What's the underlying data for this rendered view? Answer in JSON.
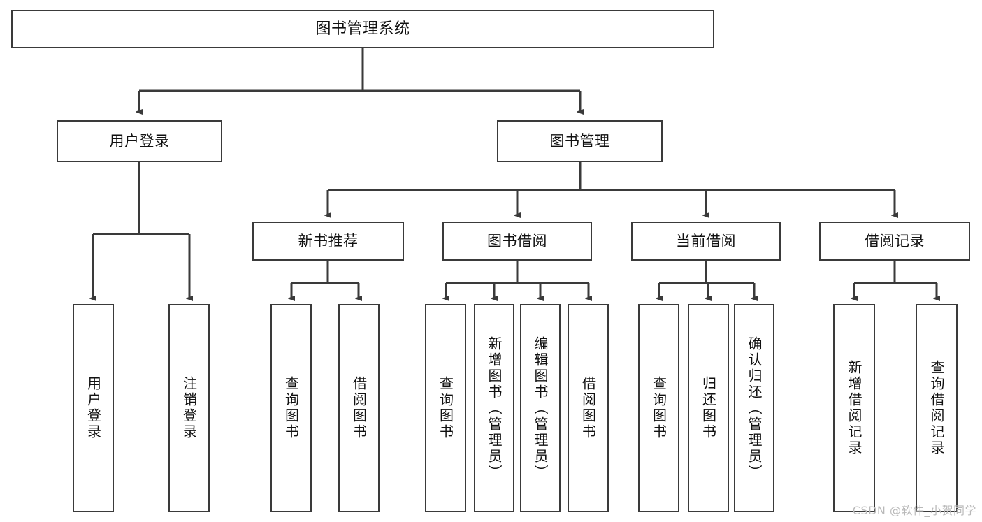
{
  "diagram": {
    "title": "图书管理系统",
    "type": "hierarchy-tree",
    "stroke_color": "#3a3a3a",
    "fill_color": "#ffffff",
    "text_color": "#111111"
  },
  "nodes": {
    "root": {
      "label": "图书管理系统"
    },
    "level2": [
      {
        "label": "用户登录"
      },
      {
        "label": "图书管理"
      }
    ],
    "level3": [
      {
        "label": "新书推荐"
      },
      {
        "label": "图书借阅"
      },
      {
        "label": "当前借阅"
      },
      {
        "label": "借阅记录"
      }
    ],
    "leaves": {
      "user_login": [
        {
          "label": "用户登录"
        },
        {
          "label": "注销登录"
        }
      ],
      "new_book_recommend": [
        {
          "label": "查询图书"
        },
        {
          "label": "借阅图书"
        }
      ],
      "book_borrow": [
        {
          "label": "查询图书"
        },
        {
          "label": "新增图书（管理员）"
        },
        {
          "label": "编辑图书（管理员）"
        },
        {
          "label": "借阅图书"
        }
      ],
      "current_borrow": [
        {
          "label": "查询图书"
        },
        {
          "label": "归还图书"
        },
        {
          "label": "确认归还（管理员）"
        }
      ],
      "borrow_record": [
        {
          "label": "新增借阅记录"
        },
        {
          "label": "查询借阅记录"
        }
      ]
    }
  },
  "watermark": {
    "text": "CSDN @软件_小贺同学"
  }
}
